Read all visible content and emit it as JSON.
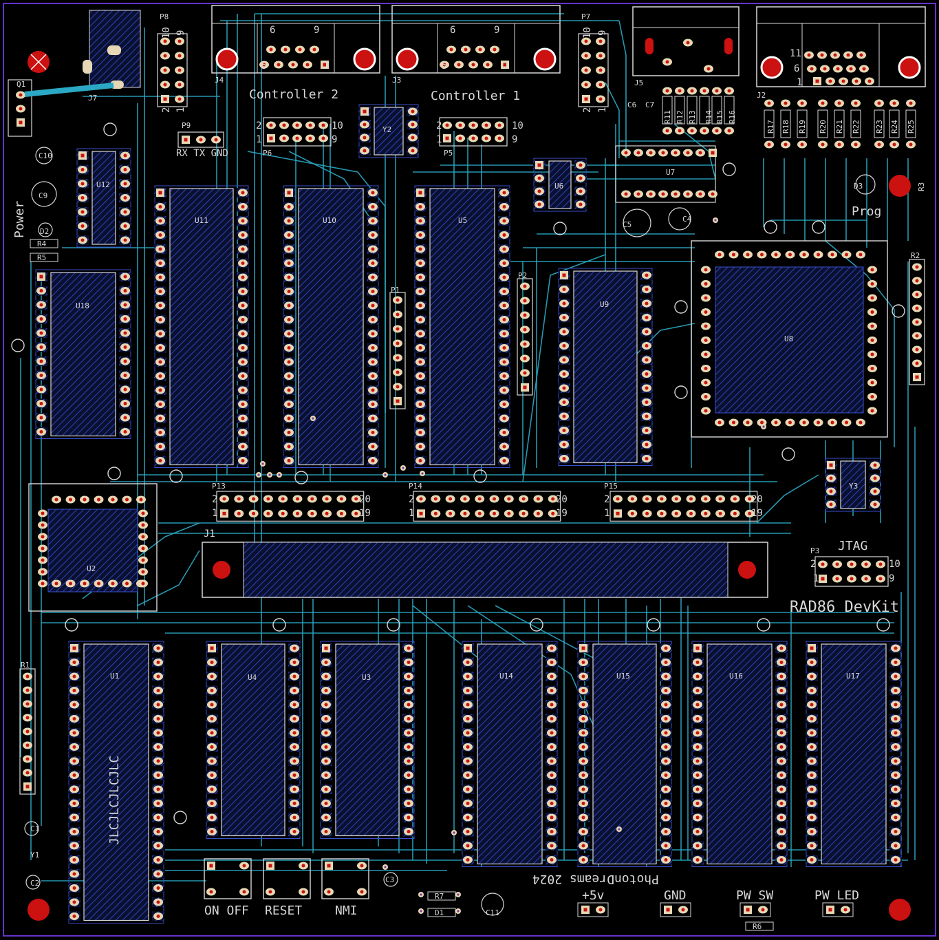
{
  "colors": {
    "background": "#000000",
    "outline": "#6633cc",
    "trace": "#2aa8c4",
    "trace_dim": "#1a6f86",
    "silkscreen": "#d8d8d8",
    "pad": "#e6d8b4",
    "hole": "#cc1111",
    "ic_body": "#1a2f8f"
  },
  "connectors": {
    "j4": {
      "ref": "J4",
      "pin_hi": "6",
      "pin_hi2": "9",
      "pin_lo": "5",
      "pin_lo2": "1"
    },
    "j3": {
      "ref": "J3",
      "pin_hi": "6",
      "pin_hi2": "9",
      "pin_lo": "5",
      "pin_lo2": "1"
    },
    "j2": {
      "ref": "J2",
      "pin_a": "11",
      "pin_b": "6",
      "pin_c": "1"
    },
    "j5": {
      "ref": "J5"
    },
    "j7": {
      "ref": "J7"
    },
    "j1": {
      "ref": "J1"
    }
  },
  "labels": {
    "controller2": "Controller 2",
    "controller1": "Controller 1",
    "rx_tx_gnd": "RX TX GND",
    "power": "Power",
    "prog": "Prog",
    "jtag": "JTAG",
    "title": "RAD86 DevKit",
    "credit": "PhotonDreams 2024",
    "jlc": "JLCJLCJLCJLC",
    "on_off": "ON OFF",
    "reset": "RESET",
    "nmi": "NMI",
    "plus5v": "+5v",
    "gnd": "GND",
    "pw_sw": "PW SW",
    "pw_led": "PW LED"
  },
  "headers": {
    "p8": {
      "ref": "P8",
      "top": "10",
      "top2": "9",
      "bot": "2",
      "bot2": "1"
    },
    "p7": {
      "ref": "P7",
      "top": "10",
      "top2": "9",
      "bot": "2",
      "bot2": "1"
    },
    "p9": {
      "ref": "P9"
    },
    "p6": {
      "ref": "P6",
      "a": "2",
      "b": "10",
      "c": "1",
      "d": "9"
    },
    "p5": {
      "ref": "P5",
      "a": "2",
      "b": "10",
      "c": "1",
      "d": "9"
    },
    "p1": {
      "ref": "P1"
    },
    "p2": {
      "ref": "P2"
    },
    "p3": {
      "ref": "P3",
      "a": "2",
      "b": "10",
      "c": "1",
      "d": "9"
    },
    "p13": {
      "ref": "P13",
      "a": "2",
      "b": "20",
      "c": "1",
      "d": "19"
    },
    "p14": {
      "ref": "P14",
      "a": "2",
      "b": "20",
      "c": "1",
      "d": "19"
    },
    "p15": {
      "ref": "P15",
      "a": "2",
      "b": "20",
      "c": "1",
      "d": "19"
    }
  },
  "chips": {
    "u11": "U11",
    "u10": "U10",
    "u5": "U5",
    "u9": "U9",
    "u8": "U8",
    "u18": "U18",
    "u12": "U12",
    "u6": "U6",
    "u7": "U7",
    "u2": "U2",
    "u1": "U1",
    "u4": "U4",
    "u3": "U3",
    "u14": "U14",
    "u15": "U15",
    "u16": "U16",
    "u17": "U17",
    "y2": "Y2",
    "y3": "Y3"
  },
  "parts": {
    "q1": "Q1",
    "c10": "C10",
    "c9": "C9",
    "d2": "D2",
    "r4": "R4",
    "r5": "R5",
    "c6": "C6",
    "c7": "C7",
    "c5": "C5",
    "c4": "C4",
    "d3": "D3",
    "r3": "R3",
    "r2": "R2",
    "r1": "R1",
    "c1": "C1",
    "y1": "Y1",
    "c2": "C2",
    "c3": "C3",
    "r7": "R7",
    "d1": "D1",
    "c11": "C11",
    "r6": "R6",
    "r11": "R11",
    "r12": "R12",
    "r13": "R13",
    "r14": "R14",
    "r15": "R15",
    "r16": "R16",
    "r17": "R17",
    "r18": "R18",
    "r19": "R19",
    "r20": "R20",
    "r21": "R21",
    "r22": "R22",
    "r23": "R23",
    "r24": "R24",
    "r25": "R25"
  }
}
